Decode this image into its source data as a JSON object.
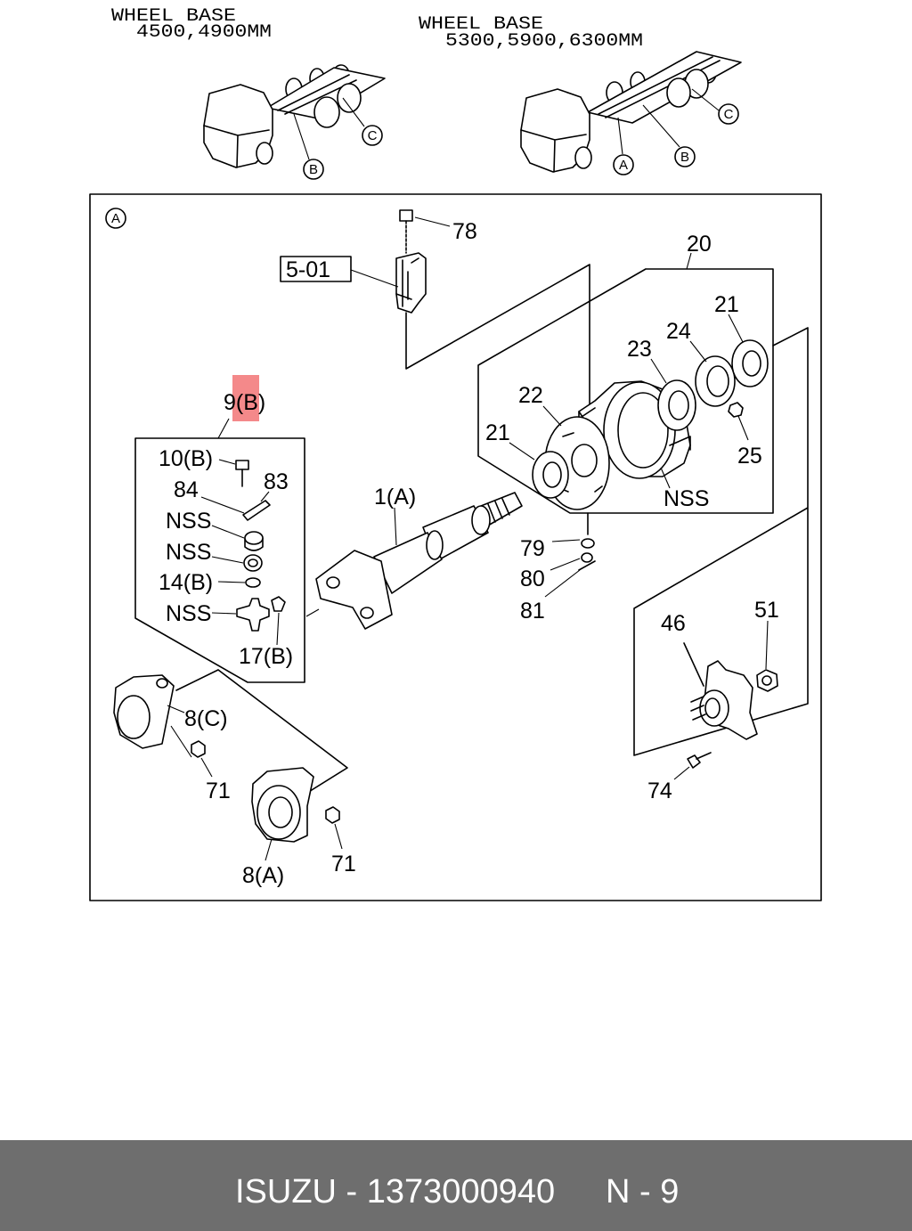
{
  "notes": {
    "left": {
      "title": "WHEEL BASE",
      "value": "4500,4900MM"
    },
    "right": {
      "title": "WHEEL BASE",
      "value": "5300,5900,6300MM"
    }
  },
  "view_refs": {
    "left_truck": {
      "c": "C",
      "b": "B"
    },
    "right_truck": {
      "a": "A",
      "b": "B",
      "c": "C"
    },
    "detail": "A"
  },
  "reference_box": "5-01",
  "labels": {
    "bolt_78": "78",
    "assembly_20": "20",
    "seal_21_right": "21",
    "part_24": "24",
    "bearing_23": "23",
    "flange_22": "22",
    "seal_21_left": "21",
    "bolt_25": "25",
    "bracket_nss": "NSS",
    "kit_9b": "9(B)",
    "bolt_10b": "10(B)",
    "plate_83": "83",
    "lock_84": "84",
    "cap_nss": "NSS",
    "bearing_nss": "NSS",
    "washer_14b": "14(B)",
    "cross_nss": "NSS",
    "fitting_17b": "17(B)",
    "shaft_1a": "1(A)",
    "washer_79": "79",
    "washer_80": "80",
    "pin_81": "81",
    "flange_46": "46",
    "nut_51": "51",
    "yoke_8c": "8(C)",
    "nut_71_upper": "71",
    "bolt_74": "74",
    "nut_71_lower": "71",
    "yoke_8a": "8(A)"
  },
  "footer": {
    "part": "ISUZU - 1373000940",
    "page": "N - 9"
  },
  "colors": {
    "highlight": "#f4898a",
    "footer_bg": "#6e6e6e",
    "footer_text": "#ffffff",
    "line": "#000000"
  }
}
